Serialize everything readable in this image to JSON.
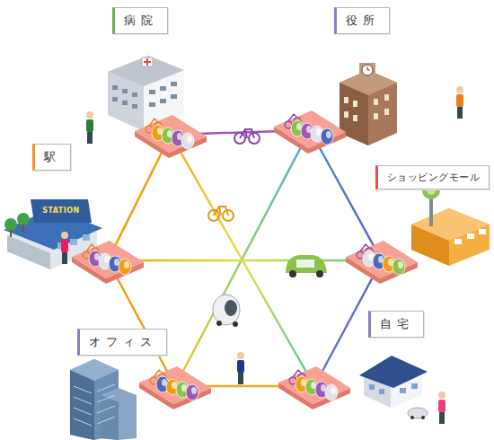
{
  "diagram": {
    "nodes": [
      {
        "text": [
          "病院"
        ]
      },
      {
        "text": [
          "役所"
        ]
      },
      {
        "text": [
          "駅"
        ]
      },
      {
        "text": [
          "ショッピングモール"
        ]
      },
      {
        "text": [
          "オフィス"
        ]
      },
      {
        "text": [
          "自宅"
        ]
      }
    ],
    "labels": [
      "STATION"
    ]
  }
}
